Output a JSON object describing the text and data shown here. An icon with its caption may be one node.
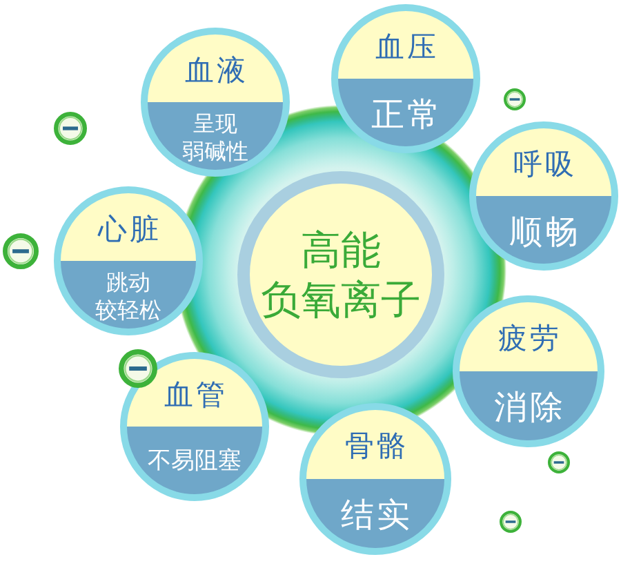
{
  "diagram": {
    "nodes": [
      {
        "text": [
          "高能负氧离子"
        ]
      },
      {
        "text": [
          "血液",
          "呈现弱碱性"
        ]
      },
      {
        "text": [
          "血压",
          "正常"
        ]
      },
      {
        "text": [
          "呼吸",
          "顺畅"
        ]
      },
      {
        "text": [
          "疲劳",
          "消除"
        ]
      },
      {
        "text": [
          "骨骼",
          "结实"
        ]
      },
      {
        "text": [
          "血管",
          "不易阻塞"
        ]
      },
      {
        "text": [
          "心脏",
          "跳动较轻松"
        ]
      }
    ]
  }
}
